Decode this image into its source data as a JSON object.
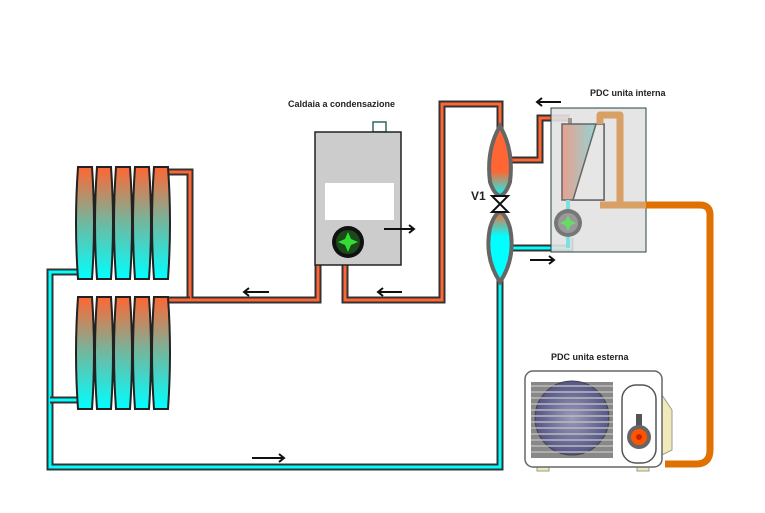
{
  "labels": {
    "boiler": "Caldaia a condensazione",
    "indoor_unit": "PDC unita interna",
    "outdoor_unit": "PDC unita esterna",
    "valve": "V1"
  },
  "colors": {
    "hot_pipe": "#ff6633",
    "cold_pipe": "#00f0f0",
    "pipe_outline": "#333333",
    "refrigerant_pipe": "#e07000",
    "boiler_body": "#cccccc",
    "fan_green": "#33cc33"
  },
  "components": {
    "radiator_groups": 2,
    "radiator_elements_per_group": 5
  }
}
